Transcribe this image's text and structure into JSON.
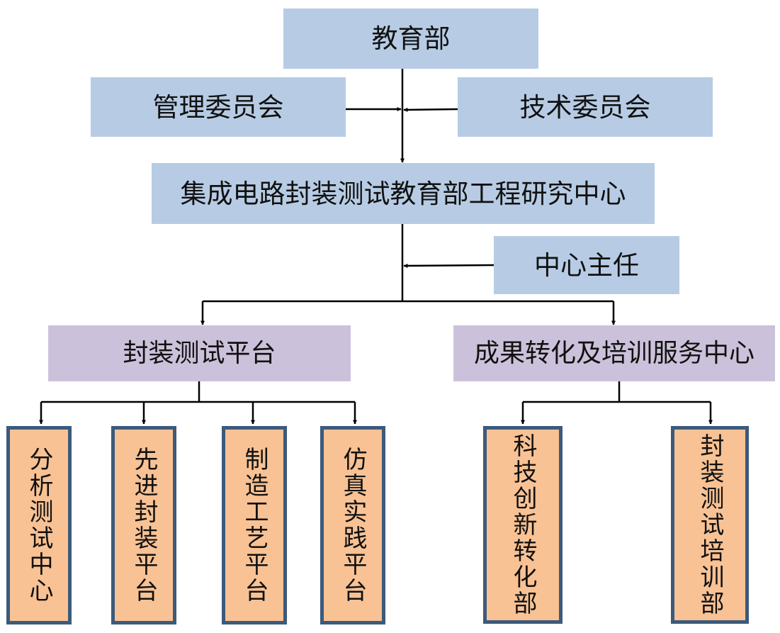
{
  "top": {
    "ministry": "教育部",
    "management_committee": "管理委员会",
    "technical_committee": "技术委员会",
    "center": "集成电路封装测试教育部工程研究中心",
    "director": "中心主任"
  },
  "platforms": {
    "left": "封装测试平台",
    "right": "成果转化及培训服务中心"
  },
  "units": {
    "analysis": "分析测试中心",
    "advanced_packaging": "先进封装平台",
    "manufacturing": "制造工艺平台",
    "simulation": "仿真实践平台",
    "innovation": "科技创新转化部",
    "training": "封装测试培训部"
  },
  "colors": {
    "blue_box": "#b7cce4",
    "purple_box": "#ccc1da",
    "orange_box": "#f8c294",
    "orange_border": "#3c5a7c",
    "line": "#000000"
  }
}
